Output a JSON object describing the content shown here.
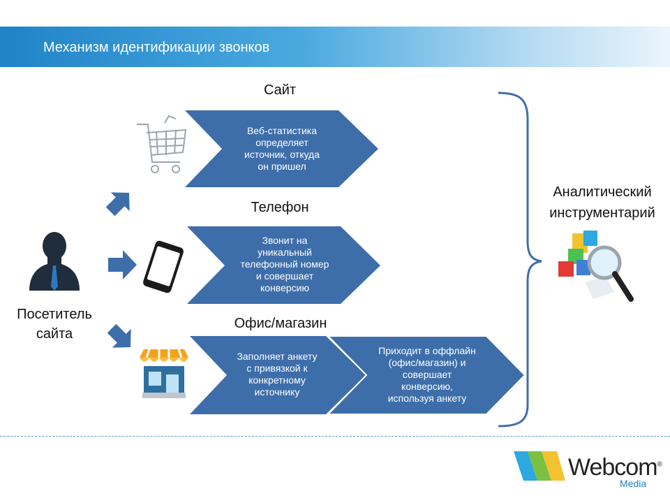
{
  "header": {
    "title": "Механизм идентификации звонков"
  },
  "visitor": {
    "label_line1": "Посетитель",
    "label_line2": "сайта"
  },
  "channels": [
    {
      "title": "Сайт",
      "text": [
        "Веб-статистика",
        "определяет",
        "источник, откуда",
        "он пришел"
      ]
    },
    {
      "title": "Телефон",
      "text": [
        "Звонит на",
        "уникальный",
        "телефонный номер",
        "и совершает",
        "конверсию"
      ]
    },
    {
      "title": "Офис/магазин",
      "text": [
        "Заполняет анкету",
        "с привязкой к",
        "конкретному",
        "источнику"
      ],
      "text2": [
        "Приходит в оффлайн",
        "(офис/магазин) и",
        "совершает",
        "конверсию,",
        "используя анкету"
      ]
    }
  ],
  "analytics": {
    "label_line1": "Аналитический",
    "label_line2": "инструментарий"
  },
  "brand": {
    "name": "Webcom",
    "sub": "Media",
    "mark": "®"
  },
  "colors": {
    "arrow": "#3d6eaa",
    "header": "#1f83c8"
  }
}
